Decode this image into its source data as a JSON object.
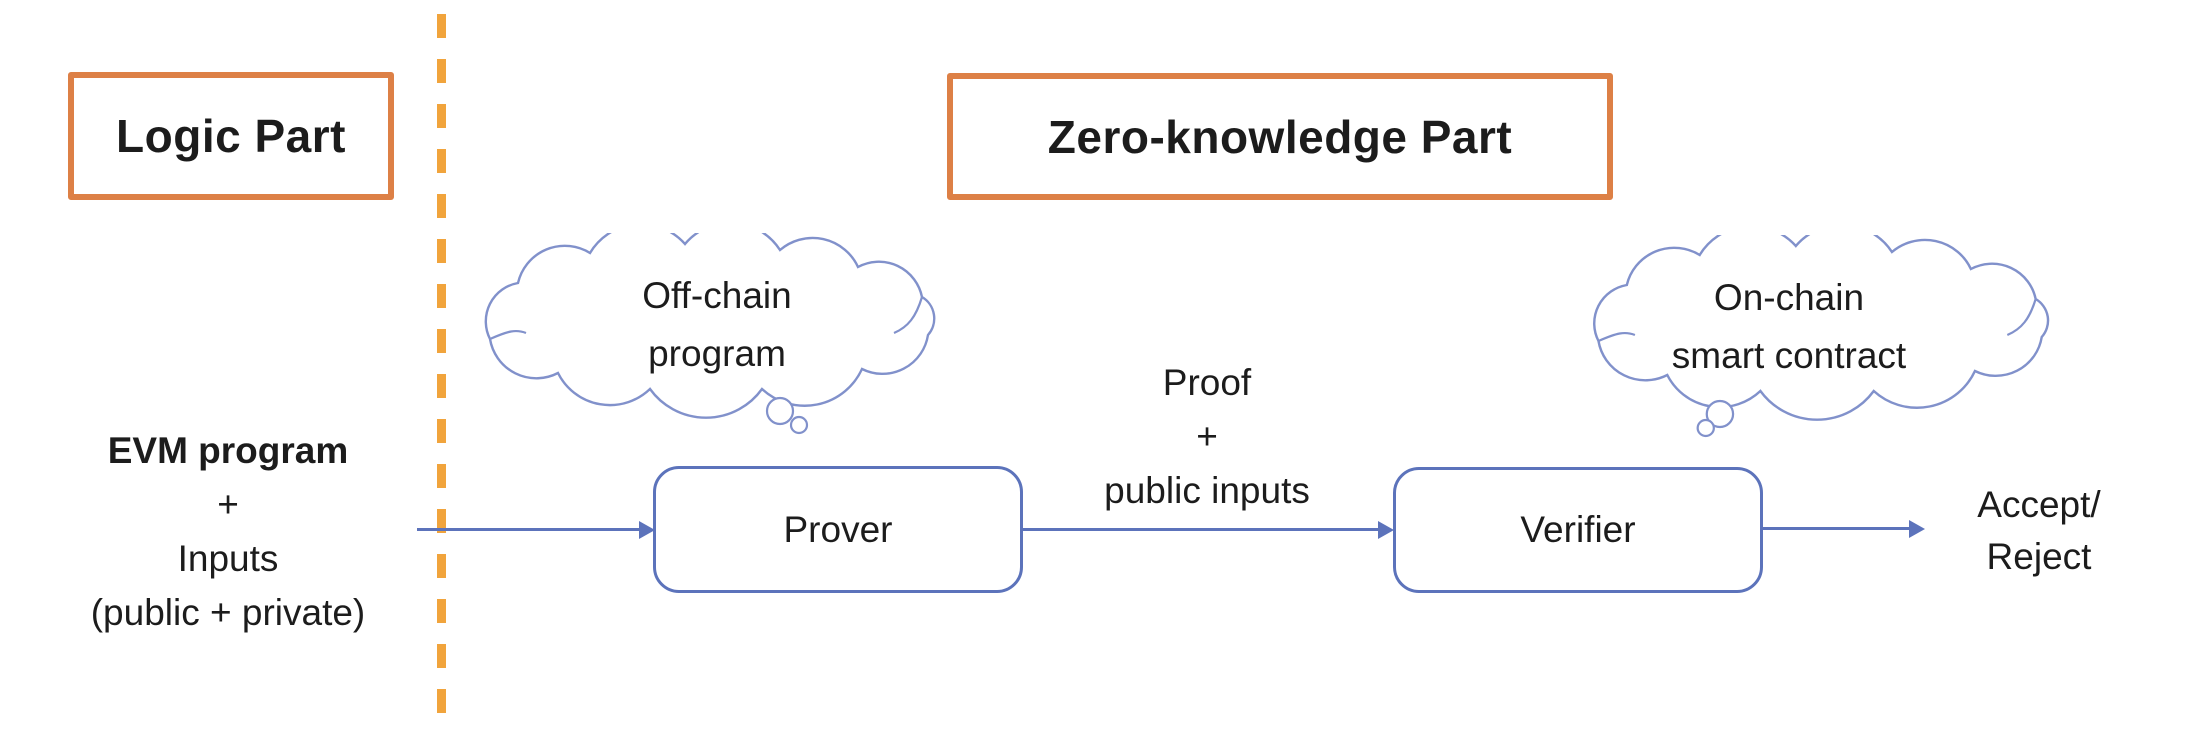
{
  "palette": {
    "orange": "#DD8046",
    "dash": "#F1A43C",
    "blue": "#5C73BB",
    "cloud": "#8191CB",
    "ink": "#1c1c1c"
  },
  "headers": {
    "logic": {
      "label": "Logic Part"
    },
    "zk": {
      "label": "Zero-knowledge Part"
    }
  },
  "clouds": {
    "offchain": {
      "lines": [
        "Off-chain",
        "program"
      ]
    },
    "onchain": {
      "lines": [
        "On-chain",
        "smart contract"
      ]
    }
  },
  "nodes": {
    "prover": {
      "label": "Prover"
    },
    "verifier": {
      "label": "Verifier"
    }
  },
  "labels": {
    "evm_input": {
      "lines": [
        "EVM program",
        "+",
        "Inputs",
        "(public + private)"
      ]
    },
    "proof": {
      "lines": [
        "Proof",
        "+",
        "public inputs"
      ]
    },
    "result": {
      "lines": [
        "Accept/",
        "Reject"
      ]
    }
  }
}
